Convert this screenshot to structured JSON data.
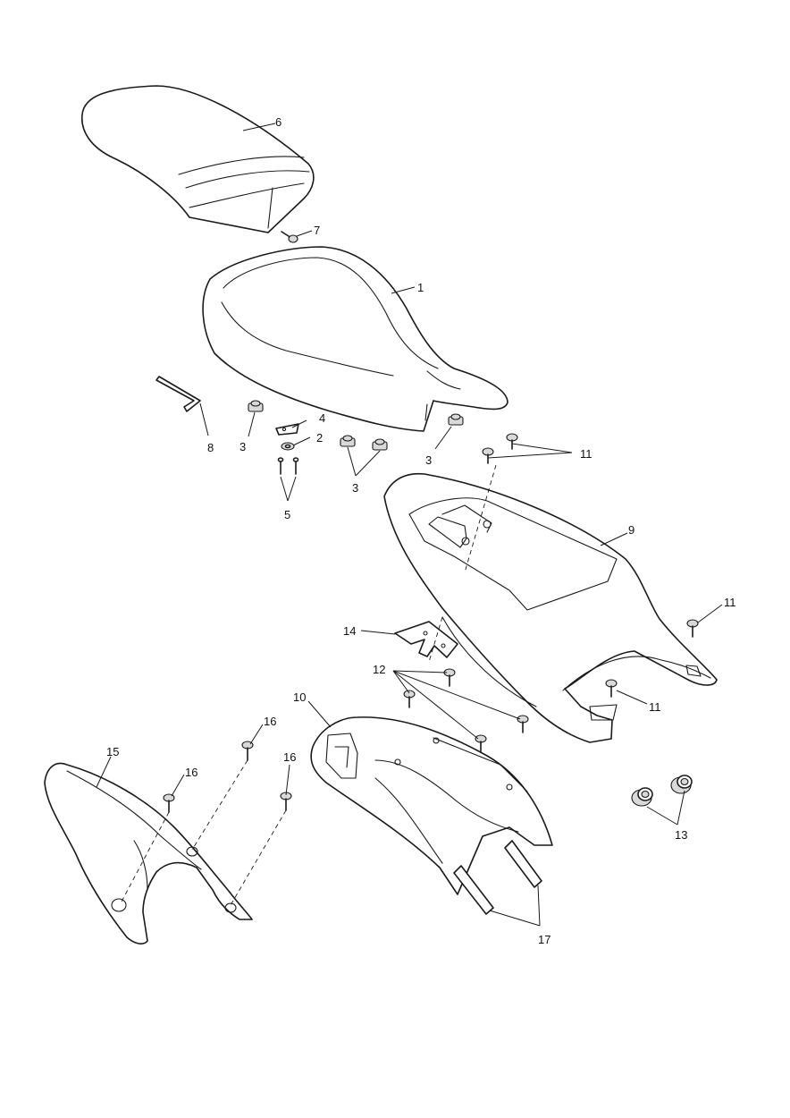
{
  "callouts": [
    {
      "key": "c1",
      "text": "1"
    },
    {
      "key": "c2",
      "text": "2"
    },
    {
      "key": "c3a",
      "text": "3"
    },
    {
      "key": "c3b",
      "text": "3"
    },
    {
      "key": "c3c",
      "text": "3"
    },
    {
      "key": "c4",
      "text": "4"
    },
    {
      "key": "c5",
      "text": "5"
    },
    {
      "key": "c6",
      "text": "6"
    },
    {
      "key": "c7",
      "text": "7"
    },
    {
      "key": "c8",
      "text": "8"
    },
    {
      "key": "c9",
      "text": "9"
    },
    {
      "key": "c10",
      "text": "10"
    },
    {
      "key": "c11a",
      "text": "11"
    },
    {
      "key": "c11b",
      "text": "11"
    },
    {
      "key": "c11c",
      "text": "11"
    },
    {
      "key": "c12",
      "text": "12"
    },
    {
      "key": "c13",
      "text": "13"
    },
    {
      "key": "c14",
      "text": "14"
    },
    {
      "key": "c15",
      "text": "15"
    },
    {
      "key": "c16a",
      "text": "16"
    },
    {
      "key": "c16b",
      "text": "16"
    },
    {
      "key": "c16c",
      "text": "16"
    },
    {
      "key": "c17",
      "text": "17"
    }
  ]
}
